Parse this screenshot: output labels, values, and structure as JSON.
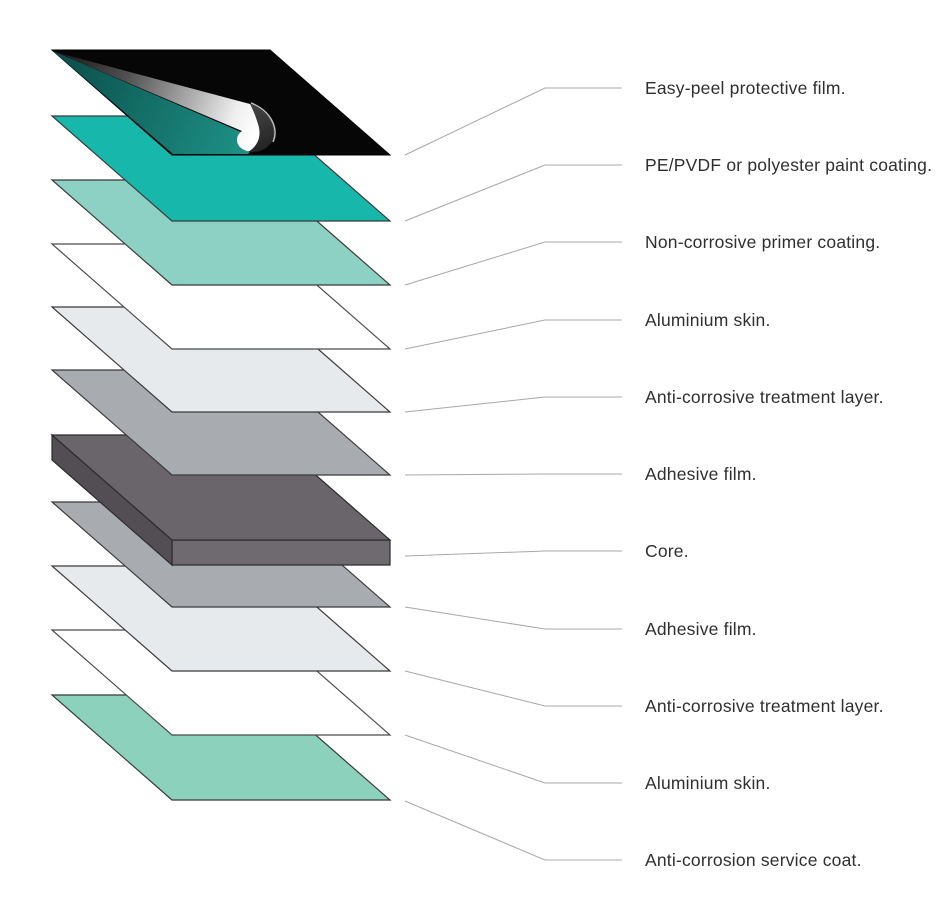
{
  "diagram": {
    "description": "Exploded view of composite panel layers",
    "background_color": "#ffffff",
    "leader_line_color": "#a4a8ab",
    "label_text_color": "#2f2f2f",
    "sheet_border_color": "#3a3a3a",
    "white_sheet_border_color": "#4a4a4a",
    "layers": [
      {
        "name": "easy-peel-protective-film",
        "label": "Easy-peel protective film.",
        "type": "peel",
        "color": "#060606",
        "underside_gradient": [
          "#0c4f4b",
          "#1d9288"
        ],
        "curl_gradient": [
          "#141414",
          "#4f4f4f",
          "#aaaaaa",
          "#eeeeee",
          "#ffffff"
        ],
        "curl_shadow_gradient": [
          "#3a3a3a",
          "#0c0c0c"
        ],
        "curl_rim_color": "#cfcfcf"
      },
      {
        "name": "paint-coating",
        "label": "PE/PVDF or polyester paint coating.",
        "type": "sheet",
        "color": "#17b7ab"
      },
      {
        "name": "primer-coating",
        "label": "Non-corrosive primer coating.",
        "type": "sheet",
        "color": "#8cd1c4"
      },
      {
        "name": "aluminium-skin-top",
        "label": "Aluminium skin.",
        "type": "sheet",
        "color": "#ffffff"
      },
      {
        "name": "anti-corrosive-treatment-top",
        "label": "Anti-corrosive treatment layer.",
        "type": "sheet",
        "color": "#e7eaed"
      },
      {
        "name": "adhesive-film-top",
        "label": "Adhesive film.",
        "type": "sheet",
        "color": "#a8abaf"
      },
      {
        "name": "core",
        "label": "Core.",
        "type": "slab",
        "color": "#6a656b",
        "side_color": "#534e54",
        "front_color": "#6f6a70"
      },
      {
        "name": "adhesive-film-bottom",
        "label": "Adhesive film.",
        "type": "sheet",
        "color": "#a8abaf"
      },
      {
        "name": "anti-corrosive-treatment-bottom",
        "label": "Anti-corrosive treatment layer.",
        "type": "sheet",
        "color": "#e7eaed"
      },
      {
        "name": "aluminium-skin-bottom",
        "label": "Aluminium skin.",
        "type": "sheet",
        "color": "#ffffff"
      },
      {
        "name": "anti-corrosion-service-coat",
        "label": "Anti-corrosion service coat.",
        "type": "sheet",
        "color": "#8bd1bb"
      }
    ]
  }
}
